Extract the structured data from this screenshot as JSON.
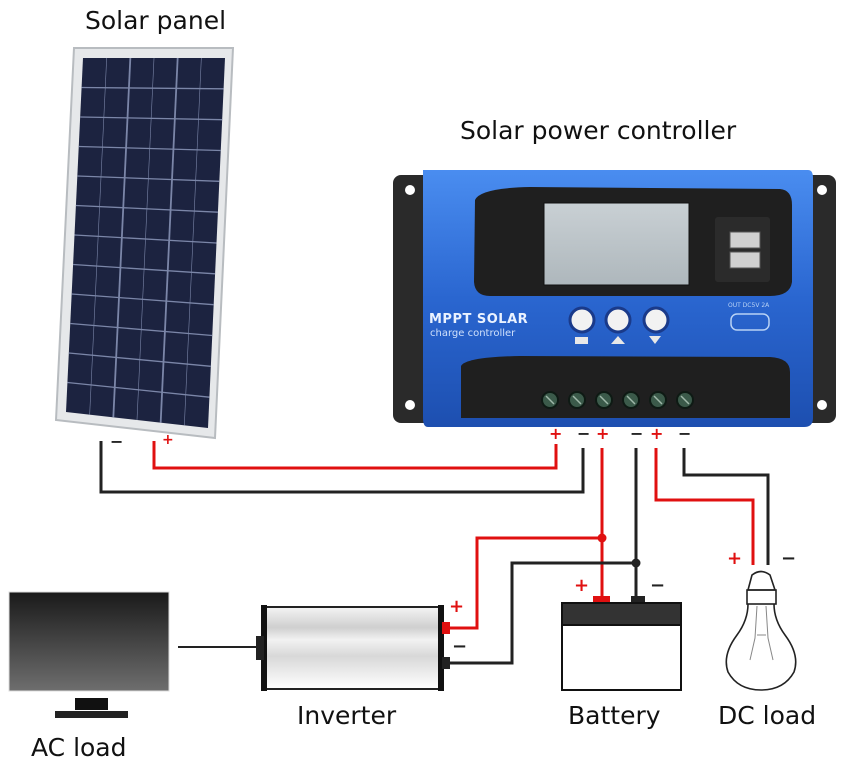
{
  "diagram": {
    "title": "Solar power system wiring",
    "components": {
      "solar_panel": {
        "label": "Solar panel",
        "neg": "−",
        "pos": "+"
      },
      "controller": {
        "label": "Solar power controller",
        "brand_line1": "MPPT SOLAR",
        "brand_line2": "charge controller",
        "usb_label": "OUT DC5V 2A",
        "terminal_signs": [
          "+",
          "−",
          "+",
          "−",
          "+",
          "−"
        ],
        "buttons": [
          "menu",
          "up",
          "down"
        ]
      },
      "battery": {
        "label": "Battery",
        "pos": "+",
        "neg": "−"
      },
      "dc_load": {
        "label": "DC load",
        "pos": "+",
        "neg": "−"
      },
      "inverter": {
        "label": "Inverter",
        "pos": "+",
        "neg": "−"
      },
      "ac_load": {
        "label": "AC load"
      }
    },
    "colors": {
      "positive_wire": "#e01010",
      "negative_wire": "#222222",
      "controller_body": "#2f6fd6",
      "panel_cell": "#1c2340"
    }
  }
}
